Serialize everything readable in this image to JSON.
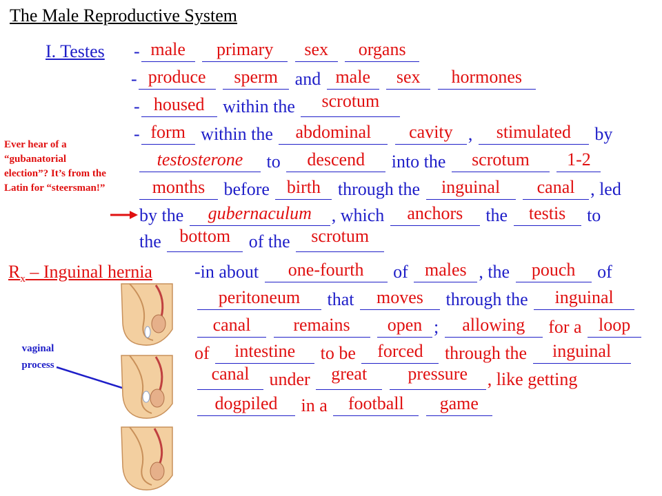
{
  "title": "The Male Reproductive System",
  "section1_label": "I.  Testes",
  "lines": {
    "l1": {
      "dash": "-",
      "b1": "male",
      "b2": "primary",
      "b3": "sex",
      "b4": "organs"
    },
    "l2": {
      "dash": "-",
      "b1": "produce",
      "b2": "sperm",
      "t1": "and",
      "b3": "male",
      "b4": "sex",
      "b5": "hormones"
    },
    "l3": {
      "dash": "-",
      "b1": "housed",
      "t1": "within the",
      "b2": "scrotum"
    },
    "l4": {
      "dash": "-",
      "b1": "form",
      "t1": "within the",
      "b2": "abdominal",
      "b3": "cavity",
      "t2": ",",
      "b4": "stimulated",
      "t3": "by"
    },
    "l5": {
      "b1": "testosterone",
      "t1": "to",
      "b2": "descend",
      "t2": "into the",
      "b3": "scrotum",
      "b4": "1-2"
    },
    "l6": {
      "b1": "months",
      "t1": "before",
      "b2": "birth",
      "t2": "through the",
      "b3": "inguinal",
      "b4": "canal",
      "t3": ", led"
    },
    "l7": {
      "t0": "by the",
      "b1": "gubernaculum",
      "t1": ", which",
      "b2": "anchors",
      "t2": "the",
      "b3": "testis",
      "t3": "to"
    },
    "l8": {
      "t0": "the",
      "b1": "bottom",
      "t1": "of the",
      "b2": "scrotum"
    }
  },
  "note_top": "Ever hear of a “gubanatorial election”?  It’s from the Latin for “steersman!”",
  "section2": {
    "r": "R",
    "sub": "x",
    "rest": " – Inguinal hernia"
  },
  "hernia": {
    "h1": {
      "t0": "-in about",
      "b1": "one-fourth",
      "t1": "of",
      "b2": "males",
      "t2": ", the",
      "b3": "pouch",
      "t3": "of"
    },
    "h2": {
      "b1": "peritoneum",
      "t1": "that",
      "b2": "moves",
      "t2": "through the",
      "b3": "inguinal"
    },
    "h3": {
      "b1": "canal",
      "b2": "remains",
      "b3": "open",
      "t1": ";",
      "b4": "allowing",
      "t2": "for a",
      "b5": "loop"
    },
    "h4": {
      "t0": "of",
      "b1": "intestine",
      "t1": "to be",
      "b2": "forced",
      "t2": "through the",
      "b3": "inguinal"
    },
    "h5": {
      "b1": "canal",
      "t1": "under",
      "b2": "great",
      "b3": "pressure",
      "t2": ", like getting"
    },
    "h6": {
      "b1": "dogpiled",
      "t1": "in a",
      "b2": "football",
      "b3": "game"
    }
  },
  "note_bottom": "vaginal process",
  "colors": {
    "blue": "#1e1ec8",
    "red": "#e01010",
    "skin": "#f3cfa0",
    "tissue": "#e0a070"
  }
}
